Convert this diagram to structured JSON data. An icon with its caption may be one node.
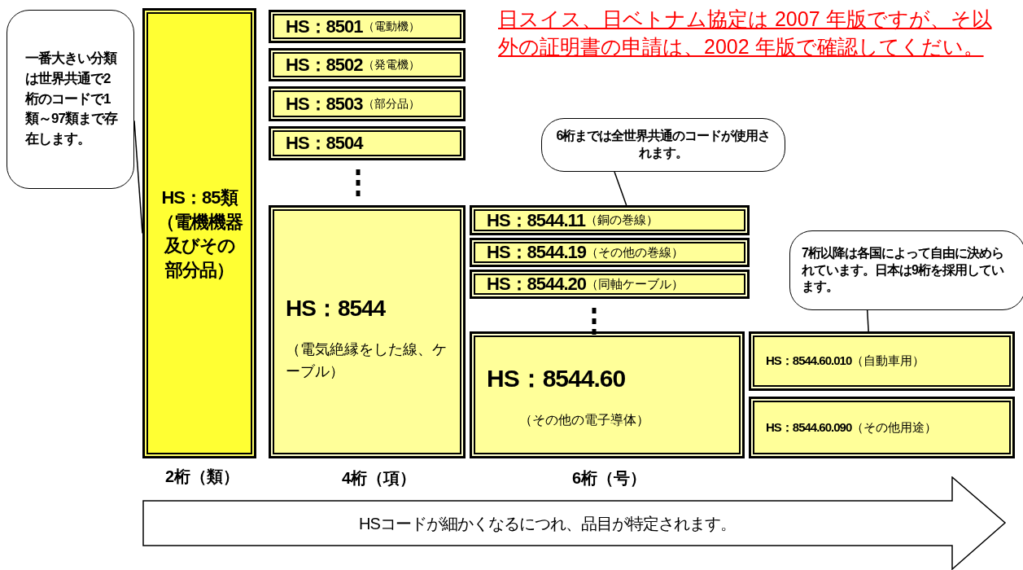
{
  "diagram": {
    "nodes": [
      {
        "text": [
          "HS：85類",
          "（電機機器及びその部分品）"
        ]
      },
      {
        "text": [
          "HS：8501",
          "（電動機）"
        ]
      },
      {
        "text": [
          "HS：8502",
          "（発電機）"
        ]
      },
      {
        "text": [
          "HS：8503",
          "（部分品）"
        ]
      },
      {
        "text": [
          "HS：8504"
        ]
      },
      {
        "text": [
          "HS：8544",
          "（電気絶縁をした線、ケーブル）"
        ]
      },
      {
        "text": [
          "HS：8544.11",
          "（銅の巻線）"
        ]
      },
      {
        "text": [
          "HS：8544.19",
          "（その他の巻線）"
        ]
      },
      {
        "text": [
          "HS：8544.20",
          "（同軸ケーブル）"
        ]
      },
      {
        "text": [
          "HS：8544.60",
          "（その他の電子導体）"
        ]
      },
      {
        "text": [
          "HS：8544.60.010",
          "（自動車用）"
        ]
      },
      {
        "text": [
          "HS：8544.60.090",
          "（その他用途）"
        ]
      },
      {
        "text": [
          "一番大きい分類は世界共通で2桁のコードで1類～97類まで存在します。"
        ]
      },
      {
        "text": [
          "6桁までは全世界共通のコードが使用されます。"
        ]
      },
      {
        "text": [
          "7桁以降は各国によって自由に決められています。日本は9桁を採用しています。"
        ]
      },
      {
        "text": [
          "HSコードが細かくなるにつれ、品目が特定されます。"
        ]
      }
    ],
    "edges": [
      {
        "from": 12,
        "to": 0,
        "arrow": "none"
      },
      {
        "from": 13,
        "to": 6,
        "arrow": "none"
      },
      {
        "from": 14,
        "to": 10,
        "arrow": "none"
      }
    ],
    "labels": [
      "日スイス、日ベトナム協定は 2007 年版ですが、そ以外の証明書の申請は、2002 年版で確認してくだい。",
      "2桁（類）",
      "4桁（項）",
      "6桁（号）"
    ]
  }
}
